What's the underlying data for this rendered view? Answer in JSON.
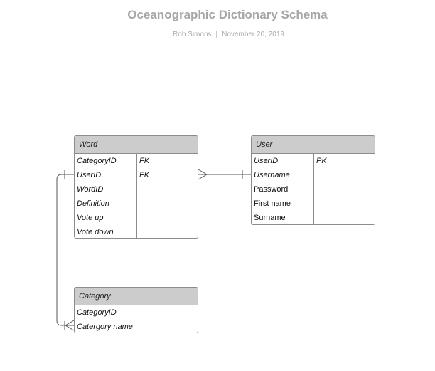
{
  "title": "Oceanographic Dictionary Schema",
  "author": "Rob Simons",
  "separator": "|",
  "date": "November 20, 2019",
  "entities": {
    "word": {
      "name": "Word",
      "fields": [
        {
          "name": "CategoryID",
          "key": "FK"
        },
        {
          "name": "UserID",
          "key": "FK"
        },
        {
          "name": "WordID",
          "key": ""
        },
        {
          "name": "Definition",
          "key": ""
        },
        {
          "name": "Vote up",
          "key": ""
        },
        {
          "name": "Vote down",
          "key": ""
        }
      ]
    },
    "user": {
      "name": "User",
      "fields": [
        {
          "name": "UserID",
          "key": "PK"
        },
        {
          "name": "Username",
          "key": ""
        },
        {
          "name": "Password",
          "key": ""
        },
        {
          "name": "First name",
          "key": ""
        },
        {
          "name": "Surname",
          "key": ""
        }
      ]
    },
    "category": {
      "name": "Category",
      "fields": [
        {
          "name": "CategoryID",
          "key": ""
        },
        {
          "name": "Catergory name",
          "key": ""
        }
      ]
    }
  },
  "relationships": [
    {
      "from": "Word.UserID",
      "to": "User.UserID",
      "from_end": "many",
      "to_end": "one"
    },
    {
      "from": "Word.UserID",
      "to": "Category.Catergory name",
      "from_end": "one",
      "to_end": "many"
    }
  ],
  "colors": {
    "header_fill": "#cccccc",
    "border": "#8c8c8c",
    "title": "#a6a6a6",
    "connector": "#555555"
  }
}
